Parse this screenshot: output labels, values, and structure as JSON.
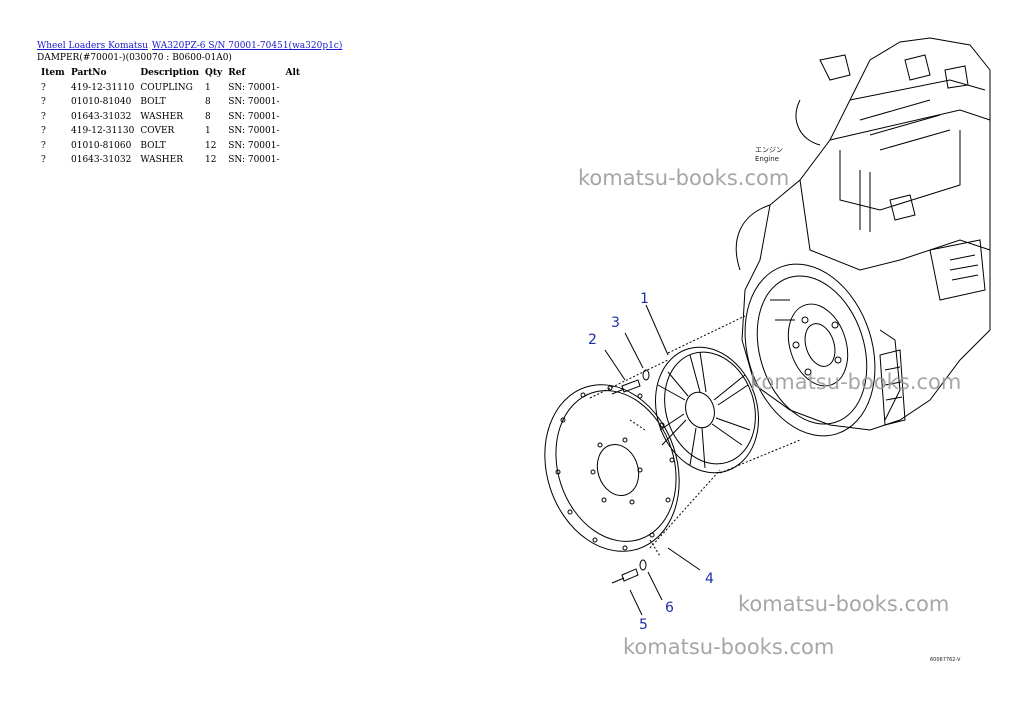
{
  "breadcrumb": {
    "link1": "Wheel Loaders Komatsu",
    "link2": "WA320PZ-6 S/N 70001-70451(wa320p1c)"
  },
  "subtitle": "DAMPER(#70001-)(030070 : B0600-01A0)",
  "table": {
    "headers": [
      "Item",
      "PartNo",
      "Description",
      "Qty",
      "Ref",
      "Alt"
    ],
    "rows": [
      {
        "item": "?",
        "part": "419-12-31110",
        "desc": "COUPLING",
        "qty": "1",
        "ref": "SN: 70001-",
        "alt": ""
      },
      {
        "item": "?",
        "part": "01010-81040",
        "desc": "BOLT",
        "qty": "8",
        "ref": "SN: 70001-",
        "alt": ""
      },
      {
        "item": "?",
        "part": "01643-31032",
        "desc": "WASHER",
        "qty": "8",
        "ref": "SN: 70001-",
        "alt": ""
      },
      {
        "item": "?",
        "part": "419-12-31130",
        "desc": "COVER",
        "qty": "1",
        "ref": "SN: 70001-",
        "alt": ""
      },
      {
        "item": "?",
        "part": "01010-81060",
        "desc": "BOLT",
        "qty": "12",
        "ref": "SN: 70001-",
        "alt": ""
      },
      {
        "item": "?",
        "part": "01643-31032",
        "desc": "WASHER",
        "qty": "12",
        "ref": "SN: 70001-",
        "alt": ""
      }
    ]
  },
  "drawing": {
    "engine_label_jp": "エンジン",
    "engine_label": "Engine",
    "callouts": [
      "1",
      "2",
      "3",
      "4",
      "5",
      "6"
    ],
    "drawing_code": "60067762-V"
  },
  "watermarks": [
    "komatsu-books.com",
    "komatsu-books.com",
    "komatsu-books.com",
    "komatsu-books.com"
  ],
  "colors": {
    "link": "#1a1acc",
    "callout": "#1d2fa8",
    "watermark": "#969696"
  }
}
